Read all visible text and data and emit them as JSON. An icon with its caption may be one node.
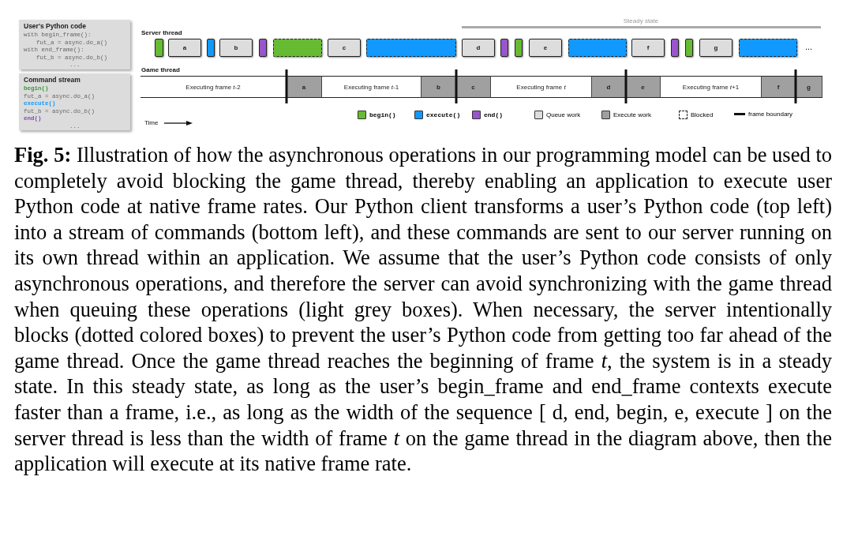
{
  "diagram": {
    "caption": "**Fig. 5:** Illustration of how the asynchronous operations in our programming model can be used to completely avoid blocking the game thread, thereby enabling an application to execute user Python code at native frame rates. Our Python client transforms a user’s Python code (top left) into a stream of commands (bottom left), and these commands are sent to our server running on its own thread within an application. We assume that the user’s Python code consists of only asynchronous operations, and therefore the server can avoid synchronizing with the game thread when queuing these operations (light grey boxes). When necessary, the server intentionally blocks (dotted colored boxes) to prevent the user’s Python code from getting too far ahead of the game thread. Once the game thread reaches the beginning of frame *t*, the system is in a steady state. In this steady state, as long as the user’s begin_frame and end_frame contexts execute faster than a frame, i.e., as long as the width of the sequence [ d, end, begin, e, execute ] on the server thread is less than the width of frame *t* on the game thread in the diagram above, then the application will execute at its native frame rate.",
    "nodes": [
      {
        "text": [
          "User's Python code",
          "with begin_frame():",
          "fut_a = async.do_a()",
          "with end_frame():",
          "fut_b = async.do_b()",
          "..."
        ]
      },
      {
        "text": [
          "Command stream",
          "begin()",
          "fut_a = async.do_a()",
          "execute()",
          "fut_b = async.do_b()",
          "end()",
          "..."
        ]
      },
      {
        "text": [],
        "shape": "box"
      },
      {
        "text": [
          "a"
        ]
      },
      {
        "text": [],
        "shape": "box"
      },
      {
        "text": [
          "b"
        ]
      },
      {
        "text": [],
        "shape": "box"
      },
      {
        "text": [],
        "shape": "box"
      },
      {
        "text": [
          "c"
        ]
      },
      {
        "text": [],
        "shape": "box"
      },
      {
        "text": [
          "d"
        ]
      },
      {
        "text": [],
        "shape": "box"
      },
      {
        "text": [],
        "shape": "box"
      },
      {
        "text": [
          "e"
        ]
      },
      {
        "text": [],
        "shape": "box"
      },
      {
        "text": [
          "f"
        ]
      },
      {
        "text": [],
        "shape": "box"
      },
      {
        "text": [],
        "shape": "box"
      },
      {
        "text": [
          "g"
        ]
      },
      {
        "text": [],
        "shape": "box"
      },
      {
        "text": [
          "Executing frame *t*-2"
        ]
      },
      {
        "text": [
          "a"
        ]
      },
      {
        "text": [
          "Executing frame *t*-1"
        ]
      },
      {
        "text": [
          "b"
        ]
      },
      {
        "text": [
          "c"
        ]
      },
      {
        "text": [
          "Executing frame *t*"
        ]
      },
      {
        "text": [
          "d"
        ]
      },
      {
        "text": [
          "e"
        ]
      },
      {
        "text": [
          "Executing frame *t*+1"
        ]
      },
      {
        "text": [
          "f"
        ]
      },
      {
        "text": [
          "g"
        ]
      }
    ],
    "labels": [
      "Steady state",
      "Server thread",
      "...",
      "Game thread",
      "Time"
    ],
    "legend": [
      {
        "text": "begin()",
        "color": "#66bb33"
      },
      {
        "text": "execute()",
        "color": "#1199ff"
      },
      {
        "text": "end()",
        "color": "#9955cc"
      },
      {
        "text": "Queue work",
        "color": "#dddddd"
      },
      {
        "text": "Execute work",
        "color": "#a0a0a0"
      },
      {
        "text": "Blocked"
      },
      {
        "text": "frame boundary"
      }
    ]
  }
}
